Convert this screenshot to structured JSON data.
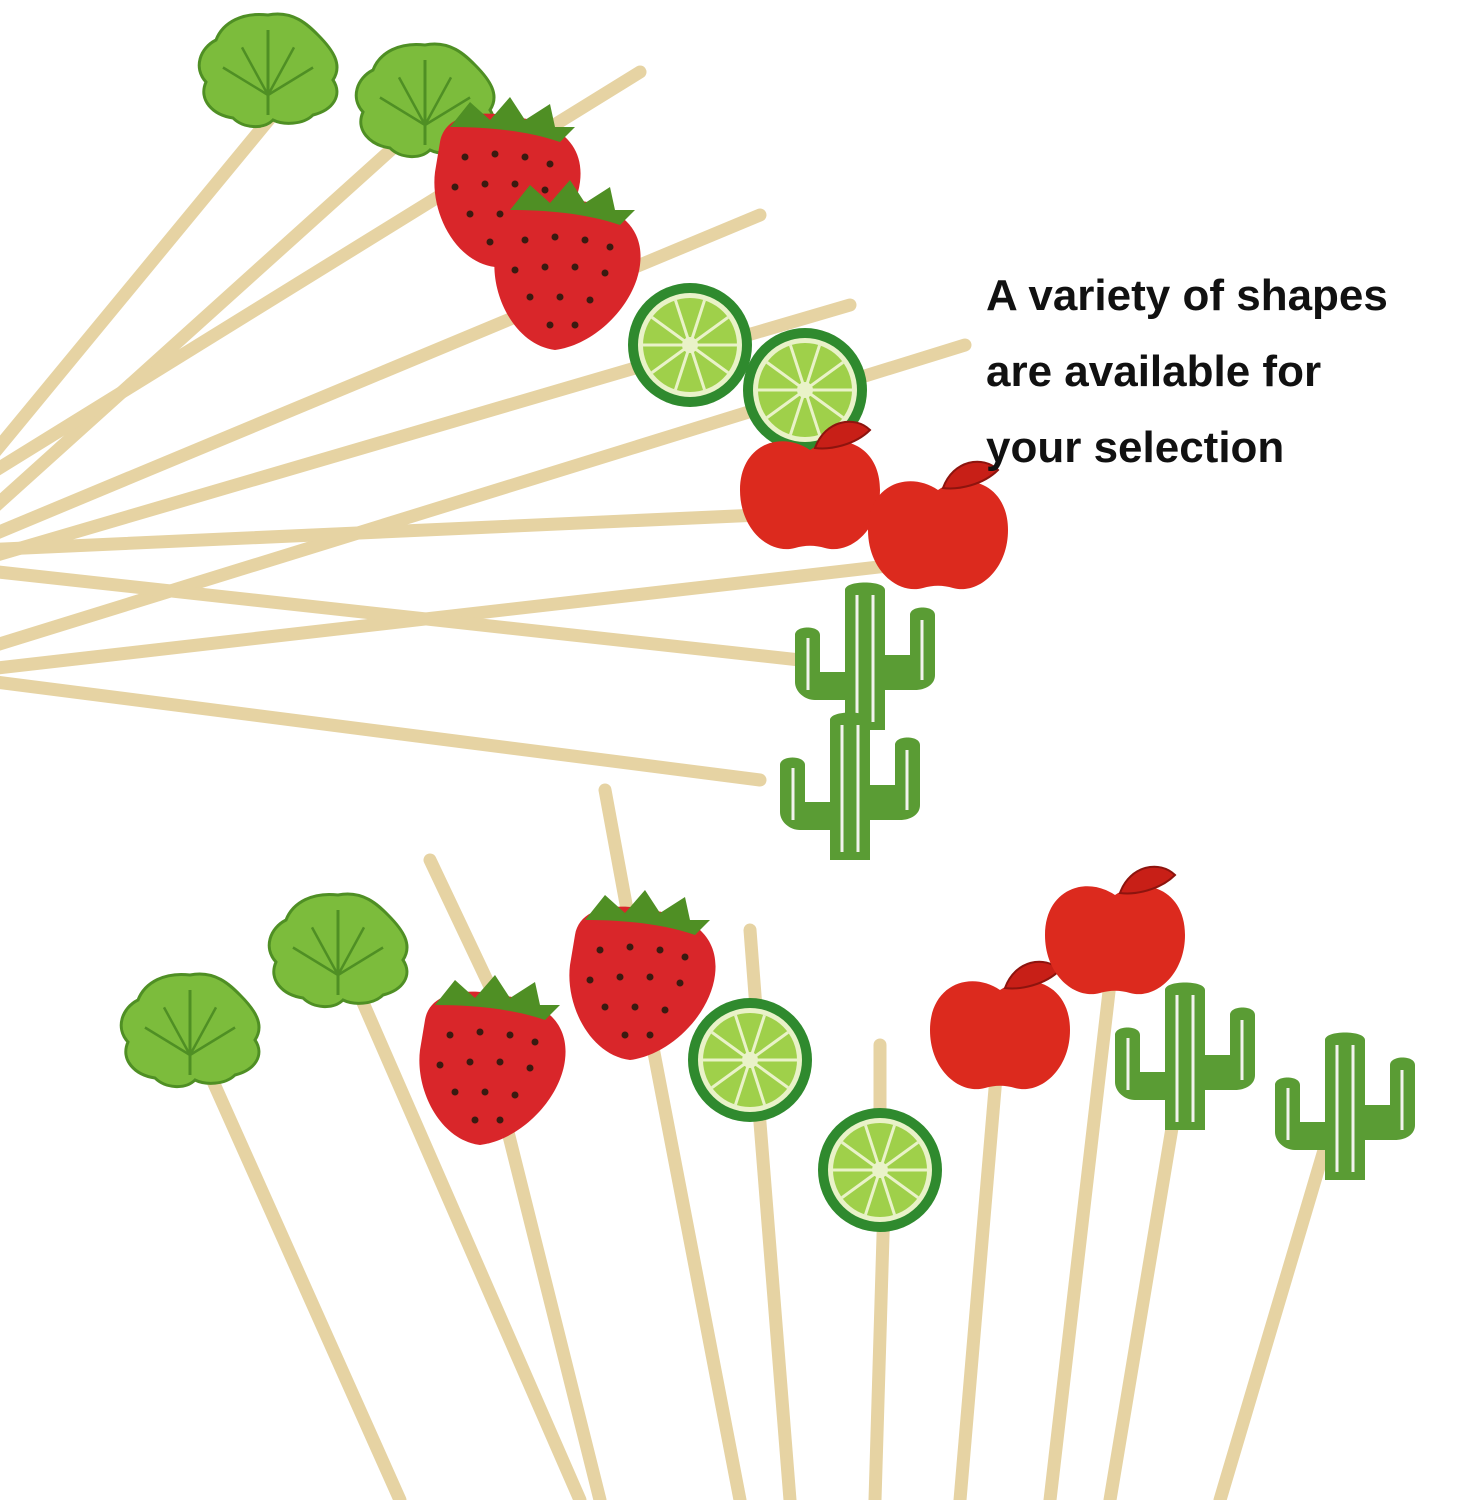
{
  "caption": {
    "lines": [
      "A variety of shapes",
      "are available for",
      "your selection"
    ]
  },
  "colors": {
    "stick": "#e6d3a3",
    "stick_edge": "#c9b27a",
    "leaf": "#7cbc3c",
    "leaf_dark": "#4f8f24",
    "strawberry": "#d9262a",
    "strawberry_seed": "#3a1a10",
    "lime_rim": "#2f8a2e",
    "lime_flesh": "#9fd04a",
    "apple": "#dc2a1e",
    "cactus": "#5a9c34",
    "cactus_stripe": "#f2f2ec",
    "text": "#111111"
  },
  "picks": [
    {
      "shape": "monstera-leaf-icon"
    },
    {
      "shape": "monstera-leaf-icon"
    },
    {
      "shape": "strawberry-icon"
    },
    {
      "shape": "strawberry-icon"
    },
    {
      "shape": "lime-slice-icon"
    },
    {
      "shape": "lime-slice-icon"
    },
    {
      "shape": "apple-icon"
    },
    {
      "shape": "apple-icon"
    },
    {
      "shape": "cactus-icon"
    },
    {
      "shape": "cactus-icon"
    },
    {
      "shape": "monstera-leaf-icon"
    },
    {
      "shape": "monstera-leaf-icon"
    },
    {
      "shape": "strawberry-icon"
    },
    {
      "shape": "strawberry-icon"
    },
    {
      "shape": "lime-slice-icon"
    },
    {
      "shape": "lime-slice-icon"
    },
    {
      "shape": "apple-icon"
    },
    {
      "shape": "apple-icon"
    },
    {
      "shape": "cactus-icon"
    },
    {
      "shape": "cactus-icon"
    }
  ]
}
